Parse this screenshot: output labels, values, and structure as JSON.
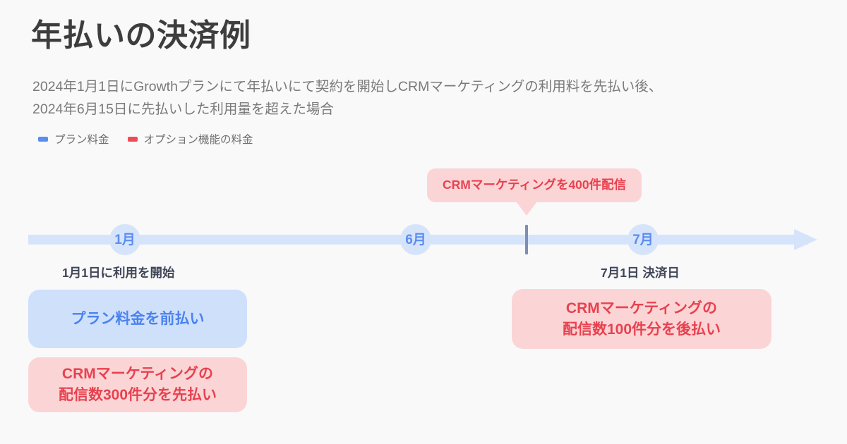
{
  "page": {
    "title": "年払いの決済例",
    "subtitle_line_1": "2024年1月1日にGrowthプランにて年払いにて契約を開始しCRMマーケティングの利用料を先払い後、",
    "subtitle_line_2": "2024年6月15日に先払いした利用量を超えた場合",
    "background_color": "#f9f9fa"
  },
  "legend": {
    "items": [
      {
        "label": "プラン料金",
        "color": "#5b8def",
        "swatch_name": "blue-swatch"
      },
      {
        "label": "オプション機能の料金",
        "color": "#ef4b56",
        "swatch_name": "red-swatch"
      }
    ]
  },
  "callout": {
    "text": "CRMマーケティングを400件配信",
    "background_color": "#fbd5d6",
    "text_color": "#e8414f"
  },
  "timeline": {
    "axis_color": "#d6e4fb",
    "node_text_color": "#5b8def",
    "months": [
      {
        "label": "1月"
      },
      {
        "label": "6月"
      },
      {
        "label": "7月"
      }
    ],
    "event_tick_color": "#7d8fb3",
    "axis_labels": {
      "start": "1月1日に利用を開始",
      "end": "7月1日 決済日"
    }
  },
  "cards": [
    {
      "id": "plan-prepaid",
      "line_1": "プラン料金を前払い",
      "line_2": "",
      "background_color": "#cfe0fb",
      "text_color": "#4a82ee"
    },
    {
      "id": "crm-prepaid",
      "line_1": "CRMマーケティングの",
      "line_2": "配信数300件分を先払い",
      "background_color": "#fbd5d6",
      "text_color": "#e8414f"
    },
    {
      "id": "crm-postpaid",
      "line_1": "CRMマーケティングの",
      "line_2": "配信数100件分を後払い",
      "background_color": "#fbd5d6",
      "text_color": "#e8414f"
    }
  ]
}
